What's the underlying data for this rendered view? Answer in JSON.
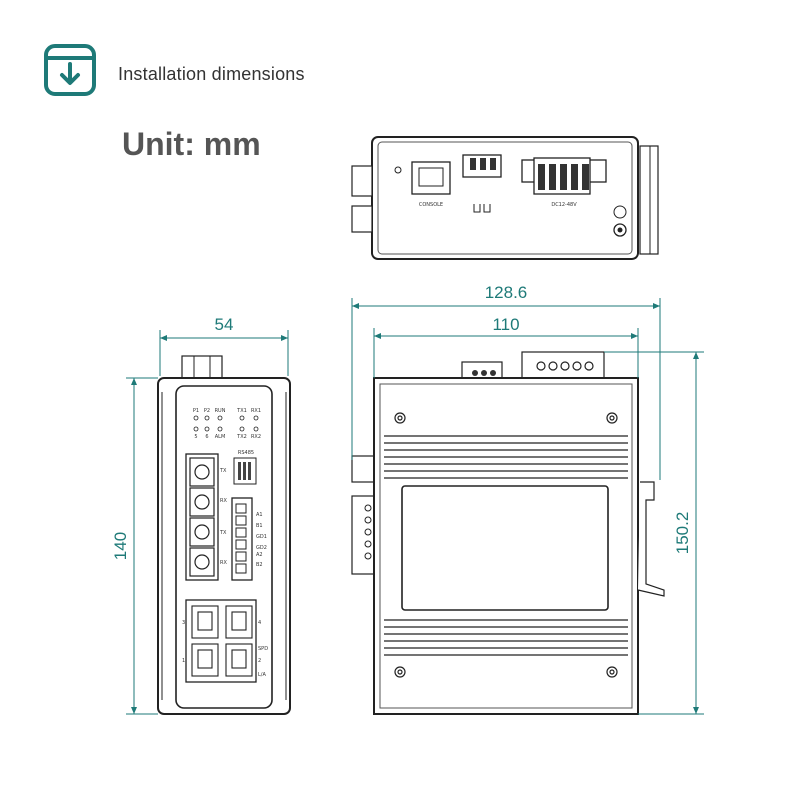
{
  "header": {
    "title": "Installation dimensions",
    "icon": "download-icon",
    "accent_color": "#1e7a78"
  },
  "unit_label": "Unit: mm",
  "dimensions": {
    "side_width": "54",
    "side_height": "140",
    "front_total_width": "128.6",
    "front_body_width": "110",
    "front_total_height": "150.2"
  },
  "side_panel": {
    "leds_top": [
      "P1",
      "P2",
      "RUN",
      "TX1",
      "RX1"
    ],
    "leds_bottom": [
      "5",
      "6",
      "ALM",
      "TX2",
      "RX2"
    ],
    "rs485_label": "RS485",
    "port_labels": [
      "TX",
      "RX",
      "TX",
      "RX"
    ],
    "terminal_labels": [
      "A1",
      "B1",
      "GD1",
      "GD2",
      "A2",
      "B2"
    ],
    "rj45_labels": [
      "3",
      "4",
      "1",
      "2"
    ],
    "speed_labels": [
      "SPD",
      "L/A"
    ]
  },
  "top_view": {
    "console_label": "CONSOLE",
    "power_label": "DC12-48V"
  }
}
